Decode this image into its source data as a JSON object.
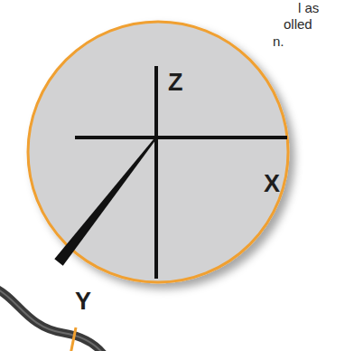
{
  "diagram": {
    "nodes": [
      {
        "text": [
          "Z",
          "X",
          "Y"
        ]
      }
    ],
    "labels": [
      "l as",
      "olled",
      "n."
    ]
  }
}
